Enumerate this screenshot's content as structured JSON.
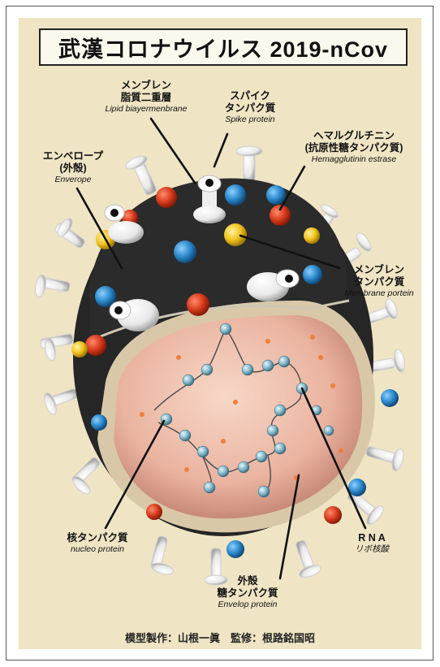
{
  "title": "武漢コロナウイルス 2019-nCov",
  "labels": {
    "membrane_bilayer": {
      "jp_line1": "メンブレン",
      "jp_line2": "脂質二重層",
      "en": "Lipid biayermenbrane"
    },
    "spike": {
      "jp_line1": "スパイク",
      "jp_line2": "タンパク質",
      "en": "Spike protein"
    },
    "hemagglutinin": {
      "jp_line1": "ヘマルグルチニン",
      "jp_line2": "(抗原性糖タンパク質)",
      "en": "Hemagglutinin estrase"
    },
    "envelope": {
      "jp_line1": "エンベロープ",
      "jp_line2": "(外殻)",
      "en": "Enverope"
    },
    "membrane_protein": {
      "jp_line1": "メンブレン",
      "jp_line2": "タンパク質",
      "en": "Membrane portein"
    },
    "nucleo_protein": {
      "jp_line1": "核タンパク質",
      "en": "nucleo protein"
    },
    "rna": {
      "jp_line1": "R N A",
      "en": "リボ核酸"
    },
    "envelop_protein": {
      "jp_line1": "外殻",
      "jp_line2": "糖タンパク質",
      "en": "Envelop protein"
    }
  },
  "credit": "模型製作：山根一眞　監修：根路銘国昭",
  "colors": {
    "background": "#efe4c4",
    "felt": "#262626",
    "interior": "#f0c2ae",
    "pin_red": "#d63a1c",
    "pin_blue": "#2a86c9",
    "pin_yellow": "#f0c21c",
    "bead": "#7fb5c8"
  }
}
